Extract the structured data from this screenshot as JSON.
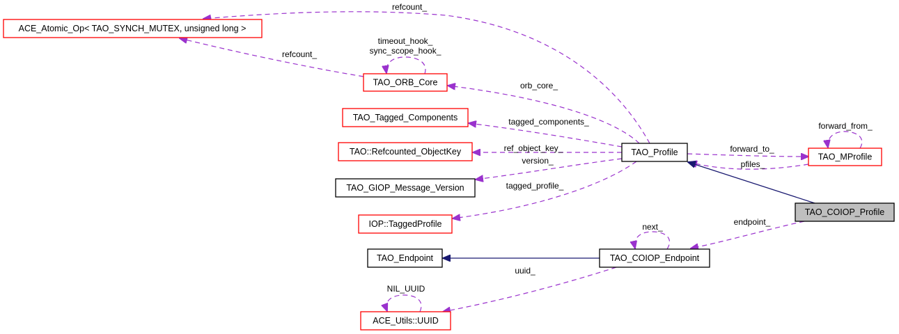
{
  "nodes": {
    "ace_atomic_op": {
      "label": "ACE_Atomic_Op< TAO_SYNCH_MUTEX, unsigned long >",
      "style": "red"
    },
    "tao_orb_core": {
      "label": "TAO_ORB_Core",
      "style": "red"
    },
    "tao_tagged_components": {
      "label": "TAO_Tagged_Components",
      "style": "red"
    },
    "tao_refcounted_objectkey": {
      "label": "TAO::Refcounted_ObjectKey",
      "style": "red"
    },
    "tao_giop_message_version": {
      "label": "TAO_GIOP_Message_Version",
      "style": "black"
    },
    "iop_taggedprofile": {
      "label": "IOP::TaggedProfile",
      "style": "red"
    },
    "tao_endpoint": {
      "label": "TAO_Endpoint",
      "style": "black"
    },
    "ace_utils_uuid": {
      "label": "ACE_Utils::UUID",
      "style": "red"
    },
    "tao_profile": {
      "label": "TAO_Profile",
      "style": "black"
    },
    "tao_mprofile": {
      "label": "TAO_MProfile",
      "style": "red"
    },
    "tao_coiop_profile": {
      "label": "TAO_COIOP_Profile",
      "style": "focus"
    },
    "tao_coiop_endpoint": {
      "label": "TAO_COIOP_Endpoint",
      "style": "black"
    }
  },
  "edges": {
    "refcount_profile": {
      "label": "refcount_",
      "from": "TAO_Profile",
      "to": "ACE_Atomic_Op< TAO_SYNCH_MUTEX, unsigned long >",
      "kind": "usage"
    },
    "refcount_orbcore": {
      "label": "refcount_",
      "from": "TAO_ORB_Core",
      "to": "ACE_Atomic_Op< TAO_SYNCH_MUTEX, unsigned long >",
      "kind": "usage"
    },
    "orbcore_self": {
      "label_line1": "timeout_hook_",
      "label_line2": "sync_scope_hook_",
      "from": "TAO_ORB_Core",
      "to": "TAO_ORB_Core",
      "kind": "usage"
    },
    "orb_core": {
      "label": "orb_core_",
      "from": "TAO_Profile",
      "to": "TAO_ORB_Core",
      "kind": "usage"
    },
    "tagged_components": {
      "label": "tagged_components_",
      "from": "TAO_Profile",
      "to": "TAO_Tagged_Components",
      "kind": "usage"
    },
    "ref_object_key": {
      "label": "ref_object_key_",
      "from": "TAO_Profile",
      "to": "TAO::Refcounted_ObjectKey",
      "kind": "usage"
    },
    "version": {
      "label": "version_",
      "from": "TAO_Profile",
      "to": "TAO_GIOP_Message_Version",
      "kind": "usage"
    },
    "tagged_profile": {
      "label": "tagged_profile_",
      "from": "TAO_Profile",
      "to": "IOP::TaggedProfile",
      "kind": "usage"
    },
    "forward_to": {
      "label": "forward_to_",
      "from": "TAO_Profile",
      "to": "TAO_MProfile",
      "kind": "usage"
    },
    "pfiles": {
      "label": "pfiles_",
      "from": "TAO_MProfile",
      "to": "TAO_Profile",
      "kind": "usage"
    },
    "forward_from": {
      "label": "forward_from_",
      "from": "TAO_MProfile",
      "to": "TAO_MProfile",
      "kind": "usage"
    },
    "inherit_profile": {
      "label": "",
      "from": "TAO_COIOP_Profile",
      "to": "TAO_Profile",
      "kind": "inheritance"
    },
    "endpoint": {
      "label": "endpoint_",
      "from": "TAO_COIOP_Profile",
      "to": "TAO_COIOP_Endpoint",
      "kind": "usage"
    },
    "next": {
      "label": "next_",
      "from": "TAO_COIOP_Endpoint",
      "to": "TAO_COIOP_Endpoint",
      "kind": "usage"
    },
    "inherit_endpoint": {
      "label": "",
      "from": "TAO_COIOP_Endpoint",
      "to": "TAO_Endpoint",
      "kind": "inheritance"
    },
    "uuid": {
      "label": "uuid_",
      "from": "TAO_COIOP_Endpoint",
      "to": "ACE_Utils::UUID",
      "kind": "usage"
    },
    "nil_uuid": {
      "label": "NIL_UUID",
      "from": "ACE_Utils::UUID",
      "to": "ACE_Utils::UUID",
      "kind": "usage"
    }
  },
  "colors": {
    "usage_edge": "#9a32cd",
    "inheritance_edge": "#191970",
    "red_border": "#ff0000",
    "focus_fill": "#bfbfbf"
  }
}
